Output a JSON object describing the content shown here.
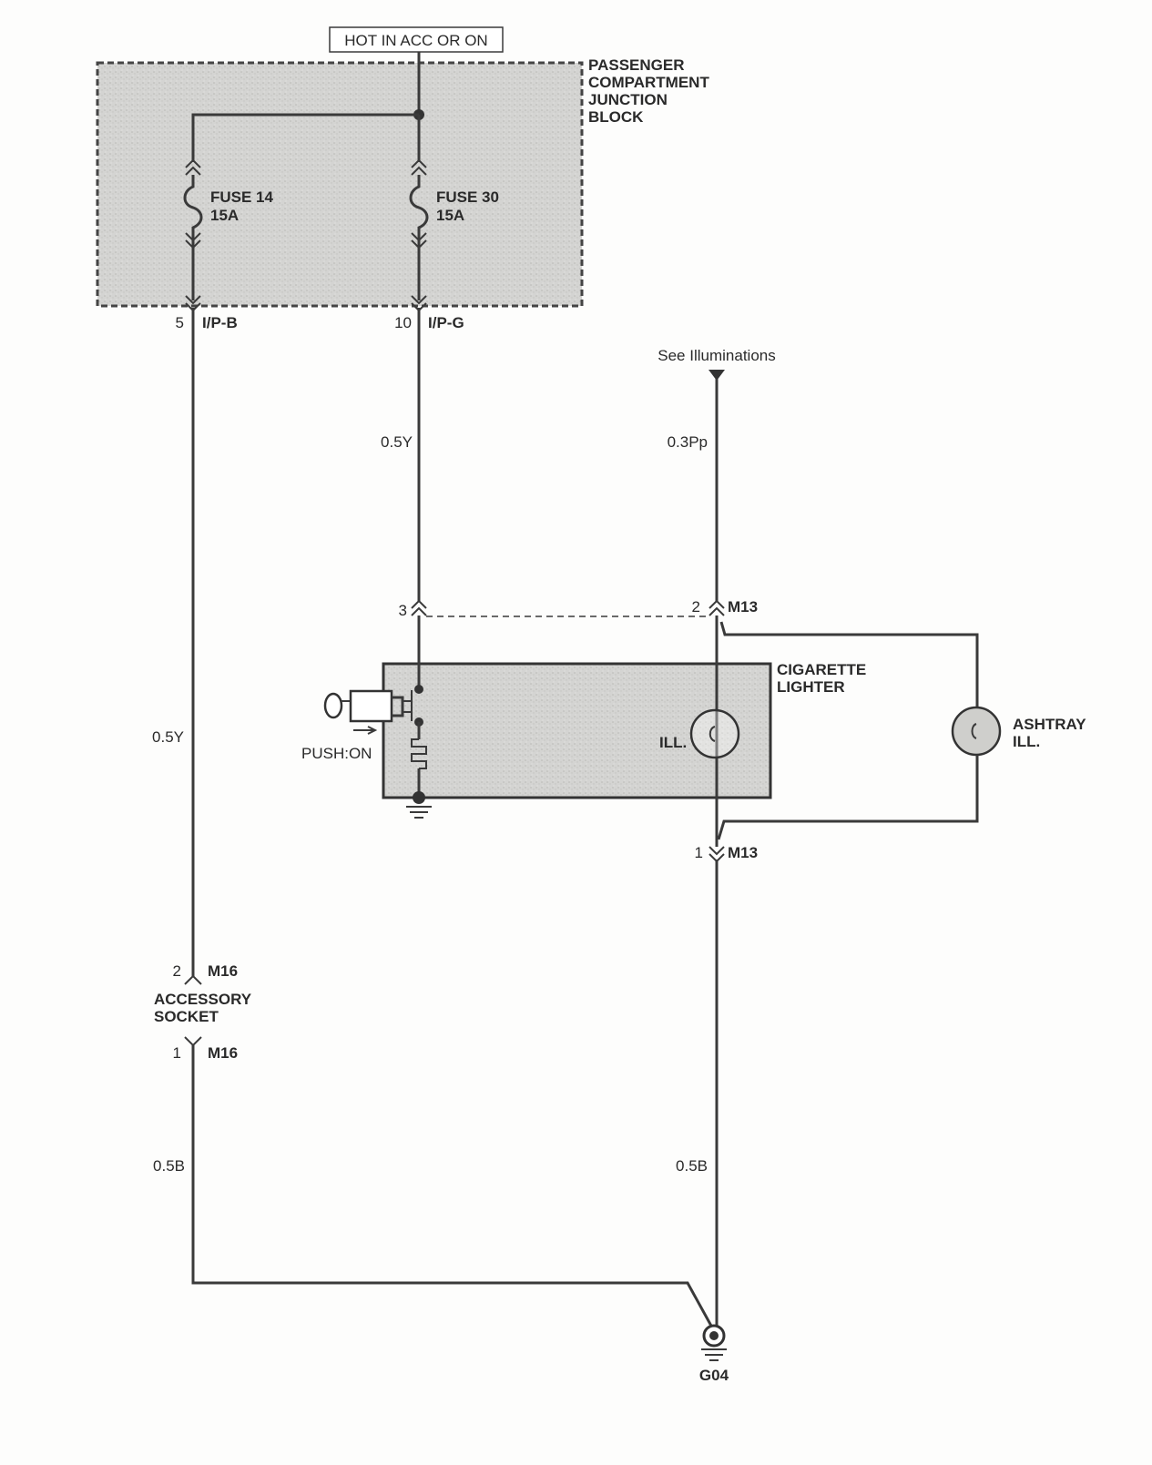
{
  "power_source": "HOT IN ACC OR ON",
  "junction_block": {
    "label_lines": [
      "PASSENGER",
      "COMPARTMENT",
      "JUNCTION",
      "BLOCK"
    ],
    "fuse_left": {
      "name": "FUSE 14",
      "rating": "15A"
    },
    "fuse_right": {
      "name": "FUSE 30",
      "rating": "15A"
    }
  },
  "pins": {
    "left_pin": "5",
    "left_connector": "I/P-B",
    "right_pin": "10",
    "right_connector": "I/P-G"
  },
  "reference": "See Illuminations",
  "wires": {
    "left_upper": "0.5Y",
    "mid_upper": "0.5Y",
    "illum": "0.3Pp",
    "left_lower": "0.5B",
    "right_lower": "0.5B"
  },
  "lighter_connector": {
    "pin3": "3",
    "pin2": "2",
    "pin2_conn": "M13",
    "pin1": "1",
    "pin1_conn": "M13"
  },
  "cigarette_lighter": {
    "label_lines": [
      "CIGARETTE",
      "LIGHTER"
    ],
    "ill": "ILL.",
    "push": "PUSH:ON"
  },
  "ashtray": {
    "label_lines": [
      "ASHTRAY",
      "ILL."
    ]
  },
  "accessory_socket": {
    "label_lines": [
      "ACCESSORY",
      "SOCKET"
    ],
    "pin2": "2",
    "pin2_conn": "M16",
    "pin1": "1",
    "pin1_conn": "M16"
  },
  "ground": "G04"
}
